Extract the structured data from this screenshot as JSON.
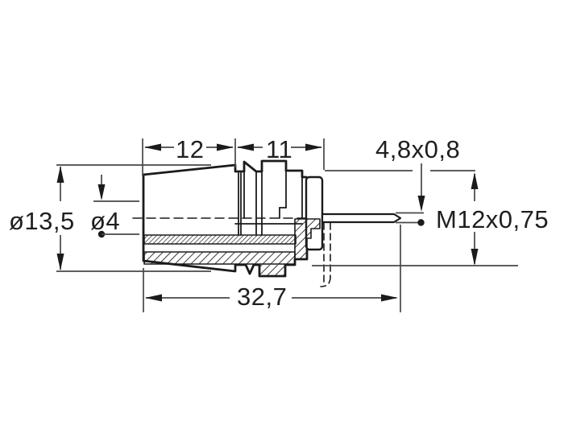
{
  "figure": {
    "type": "technical-dimension-drawing",
    "view": "side view, half section",
    "subject": "panel-mount socket connector with solder tab",
    "colors": {
      "background": "#ffffff",
      "outline": "#1b1b1b",
      "dimension": "#474747",
      "text": "#1f1f1f"
    },
    "dimensions": {
      "front_length": "12",
      "collar_length": "11",
      "flat_tab": "4,8x0,8",
      "body_diameter": "ø13,5",
      "socket_bore_diameter": "ø4",
      "mounting_thread": "M12x0,75",
      "overall_length": "32,7"
    }
  }
}
